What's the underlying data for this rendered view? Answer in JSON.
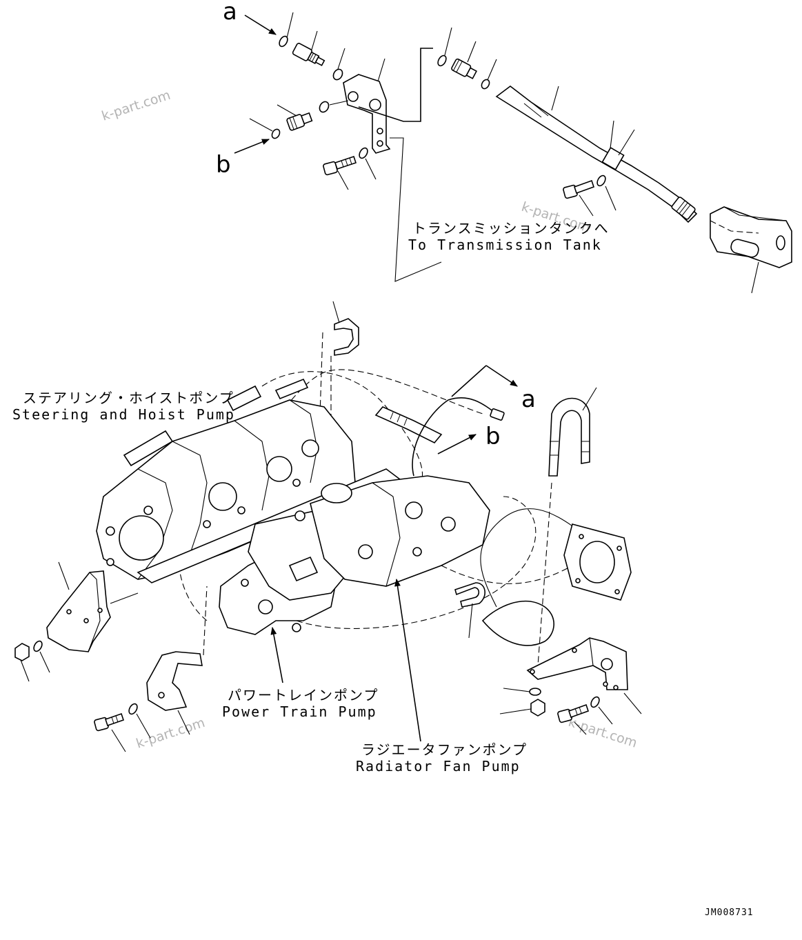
{
  "labels": {
    "callout_a": "a",
    "callout_b": "b",
    "transmission_tank_jp": "トランスミッションタンクへ",
    "transmission_tank_en": "To Transmission Tank",
    "steering_pump_jp": "ステアリング・ホイストポンプ",
    "steering_pump_en": "Steering and Hoist Pump",
    "power_train_jp": "パワートレインポンプ",
    "power_train_en": "Power Train Pump",
    "radiator_fan_jp": "ラジエータファンポンプ",
    "radiator_fan_en": "Radiator Fan Pump"
  },
  "watermark": "k-part.com",
  "drawing_code": "JM008731"
}
